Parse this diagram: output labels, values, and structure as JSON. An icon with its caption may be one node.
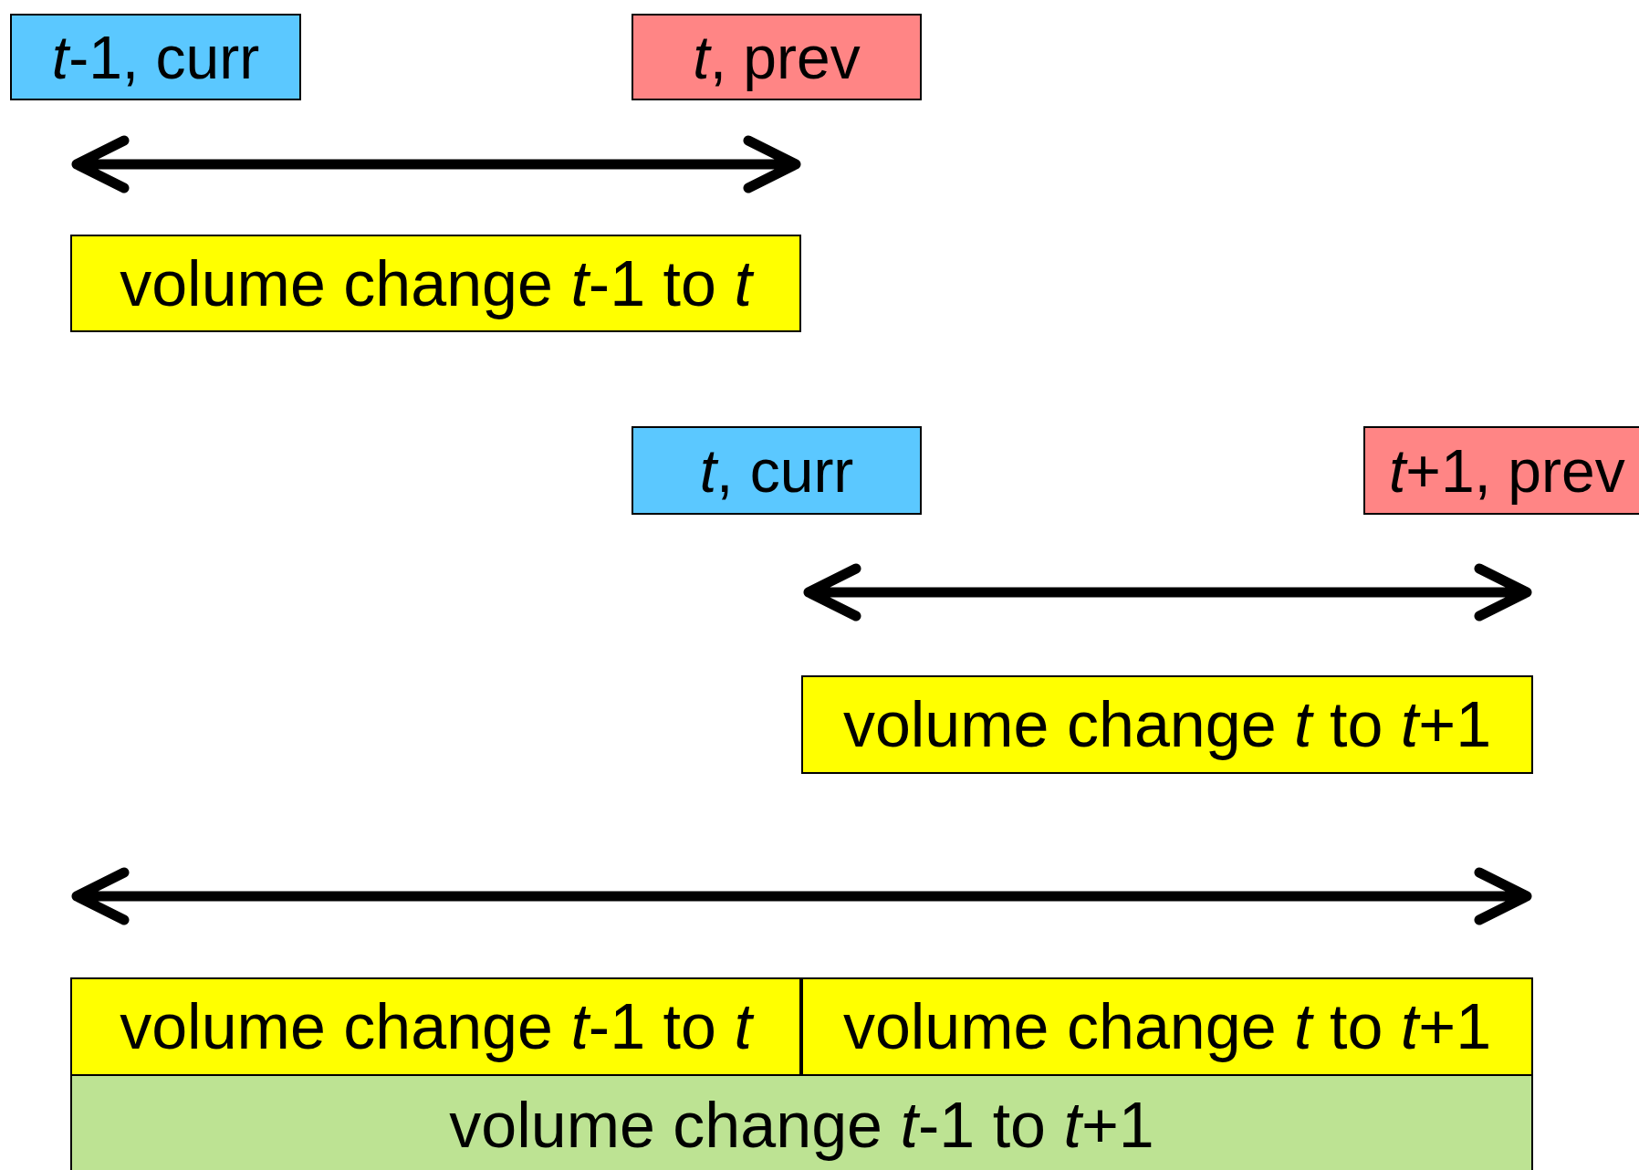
{
  "diagram": {
    "nodes": [
      {
        "text": [
          "*t*-1, curr"
        ]
      },
      {
        "text": [
          "*t*, prev"
        ]
      },
      {
        "text": [
          "volume change *t*-1 to *t*"
        ]
      },
      {
        "text": [
          "*t*, curr"
        ]
      },
      {
        "text": [
          "*t*+1, prev"
        ]
      },
      {
        "text": [
          "volume change *t* to *t*+1"
        ]
      },
      {
        "text": [
          "volume change *t*-1 to *t*"
        ]
      },
      {
        "text": [
          "volume change *t* to *t*+1"
        ]
      },
      {
        "text": [
          "volume change *t*-1 to *t*+1"
        ]
      }
    ]
  }
}
